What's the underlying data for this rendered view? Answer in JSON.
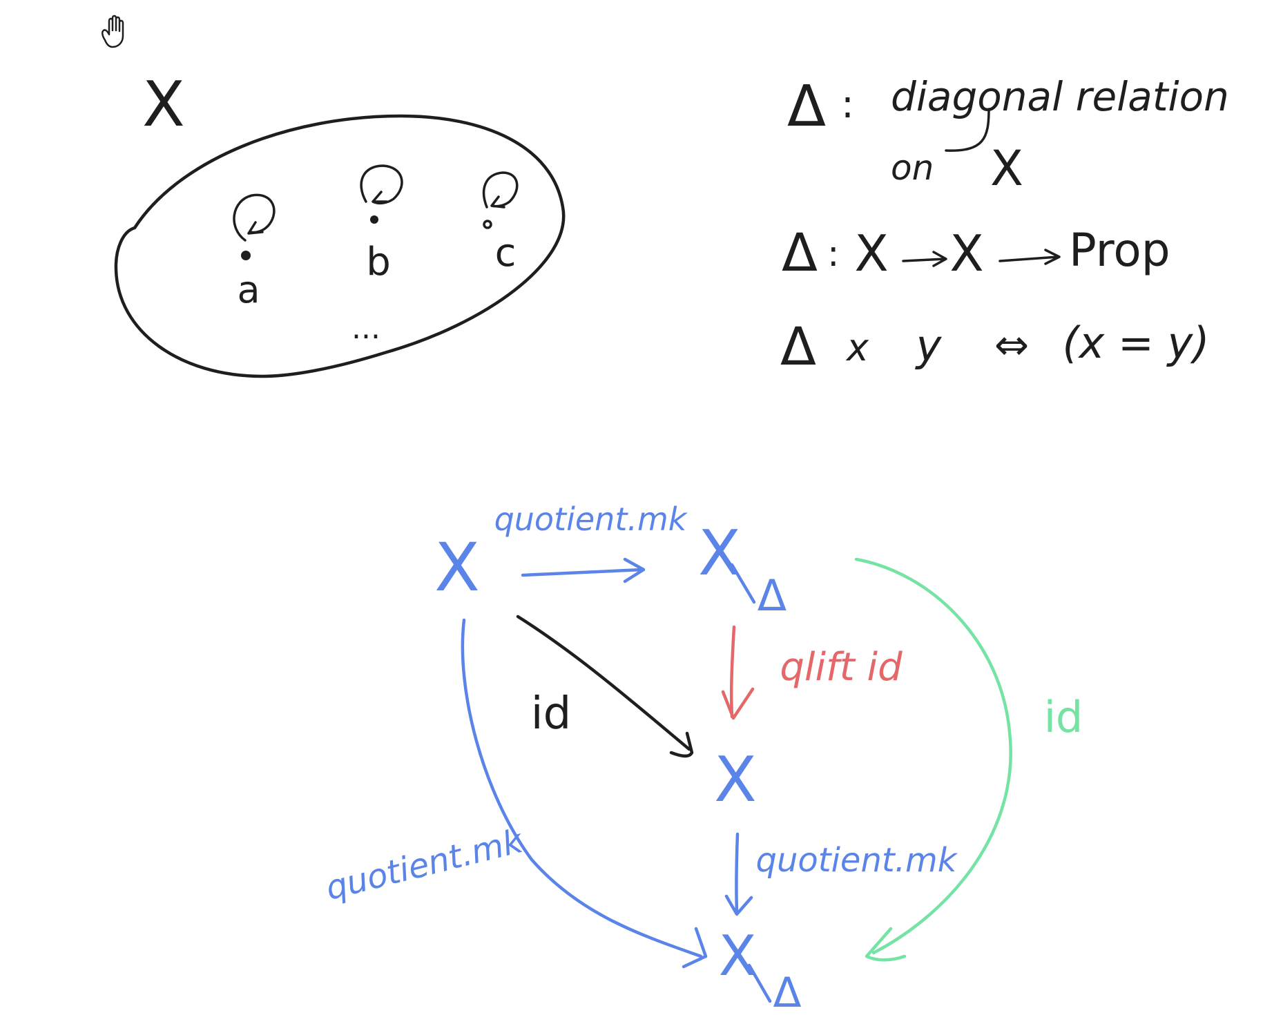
{
  "toolbar": {
    "hand_tool_icon": "hand-icon"
  },
  "set_sketch": {
    "set_name": "X",
    "elements": [
      "a",
      "b",
      "c"
    ],
    "ellipsis": "..."
  },
  "definitions": {
    "line1": {
      "symbol": "Δ",
      "sep": ":",
      "text": "diagonal relation",
      "text2": "on",
      "var": "X"
    },
    "line2": {
      "symbol": "Δ",
      "sep": ":",
      "a": "X",
      "b": "X",
      "c": "Prop"
    },
    "line3": {
      "symbol": "Δ",
      "x": "x",
      "y": "y",
      "iff": "⇔",
      "rhs": "(x = y)"
    }
  },
  "commutative_diagram": {
    "nodes": {
      "top_left": "X",
      "top_right_num": "X",
      "top_right_den": "Δ",
      "middle": "X",
      "bottom_num": "X",
      "bottom_den": "Δ"
    },
    "arrows": {
      "top": "quotient.mk",
      "diagonal": "id",
      "red_vertical": "qlift id",
      "left_curve": "quotient.mk",
      "mid_vertical": "quotient.mk",
      "right_curve": "id"
    },
    "colors": {
      "black": "#1e1e1e",
      "blue": "#5b84e8",
      "red": "#e4676a",
      "green": "#74e3a3"
    }
  }
}
